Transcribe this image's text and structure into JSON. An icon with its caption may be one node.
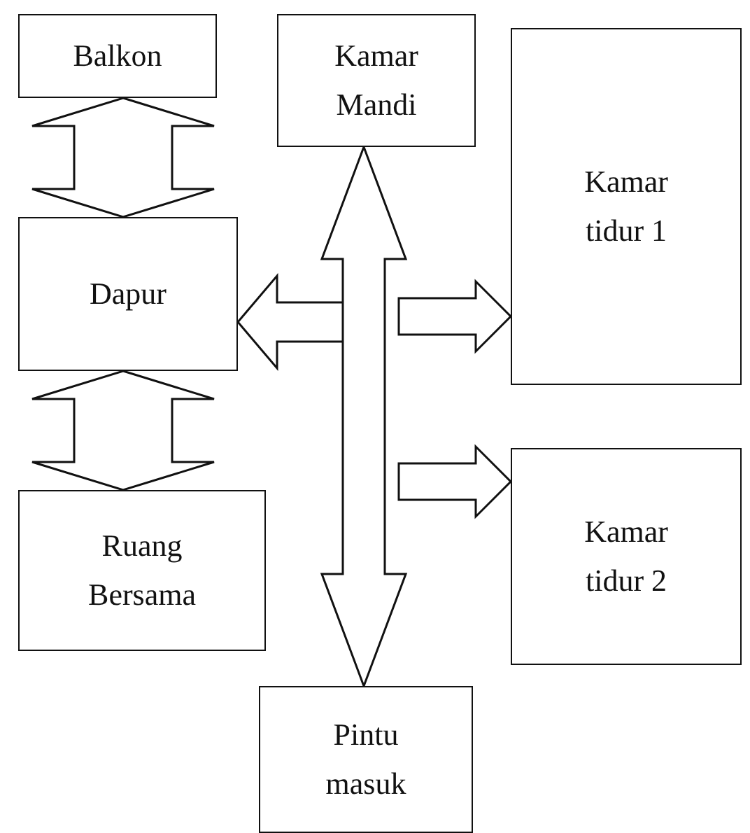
{
  "diagram": {
    "nodes": [
      {
        "text": [
          "Balkon"
        ]
      },
      {
        "text": [
          "Kamar Mandi"
        ]
      },
      {
        "text": [
          "Kamar tidur 1"
        ]
      },
      {
        "text": [
          "Dapur"
        ]
      },
      {
        "text": [
          "Ruang Bersama"
        ]
      },
      {
        "text": [
          "Kamar tidur 2"
        ]
      },
      {
        "text": [
          "Pintu masuk"
        ]
      }
    ],
    "edges": [
      {
        "from": 0,
        "to": 3,
        "arrow": "both"
      },
      {
        "from": 3,
        "to": 4,
        "arrow": "both"
      },
      {
        "from": 1,
        "to": 6,
        "arrow": "both"
      },
      {
        "from": null,
        "to": 3,
        "arrow": "to"
      },
      {
        "from": null,
        "to": 2,
        "arrow": "to"
      },
      {
        "from": null,
        "to": 5,
        "arrow": "to"
      }
    ]
  }
}
